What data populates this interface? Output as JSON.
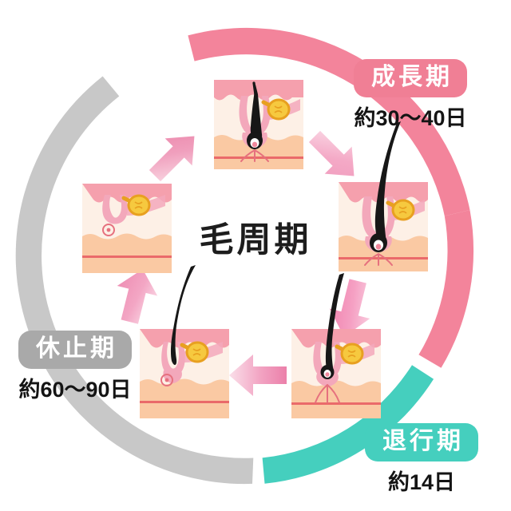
{
  "diagram": {
    "title": "毛周期",
    "background_color": "#ffffff"
  },
  "ring": {
    "segments": [
      {
        "id": "anagen",
        "label": "成長期",
        "color": "#f3849b",
        "start_deg": -108,
        "end_deg": 62
      },
      {
        "id": "catagen",
        "label": "退行期",
        "color": "#45cfbe",
        "start_deg": 70,
        "end_deg": 158
      },
      {
        "id": "telogen",
        "label": "休止期",
        "color": "#c8c8c8",
        "start_deg": 166,
        "end_deg": 250
      }
    ]
  },
  "stages": [
    {
      "id": "anagen",
      "badge_label": "成長期",
      "duration": "約30〜40日",
      "badge_color": "#f07f95",
      "text_color": "#141414"
    },
    {
      "id": "catagen",
      "badge_label": "退行期",
      "duration": "約14日",
      "badge_color": "#45cfbe",
      "text_color": "#141414"
    },
    {
      "id": "telogen",
      "badge_label": "休止期",
      "duration": "約60〜90日",
      "badge_color": "#a9a9a9",
      "text_color": "#141414"
    }
  ],
  "panels": [
    {
      "id": "panel-1",
      "position": "top",
      "description": "早期成長期・毛が伸び始める"
    },
    {
      "id": "panel-2",
      "position": "right",
      "description": "成長期・毛が伸びきる"
    },
    {
      "id": "panel-3",
      "position": "bottom-right",
      "description": "退行期・毛球が縮小する"
    },
    {
      "id": "panel-4",
      "position": "bottom-left",
      "description": "毛が抜け落ちる"
    },
    {
      "id": "panel-5",
      "position": "left",
      "description": "休止期・毛包が空になる"
    }
  ],
  "arrows": [
    {
      "id": "arrow-5-to-1",
      "from": "panel-5",
      "to": "panel-1",
      "color": "#f2a0bb"
    },
    {
      "id": "arrow-1-to-2",
      "from": "panel-1",
      "to": "panel-2",
      "color": "#f4a3c0"
    },
    {
      "id": "arrow-2-to-3",
      "from": "panel-2",
      "to": "panel-3",
      "color": "#f49ac0"
    },
    {
      "id": "arrow-3-to-4",
      "from": "panel-3",
      "to": "panel-4",
      "color": "#ef8fb4"
    },
    {
      "id": "arrow-4-to-5",
      "from": "panel-4",
      "to": "panel-5",
      "color": "#f2a0bb"
    }
  ],
  "skin_colors": {
    "epidermis": "#f5a0ad",
    "dermis": "#fbe0cf",
    "subcutaneous": "#fac9a3",
    "vessel": "#ea6a6a",
    "follicle": "#f3a8bb",
    "sebaceous_gland": "#f6c93f",
    "sebaceous_outline": "#e8a020",
    "hair": "#171717",
    "panel_border": "#ffffff"
  }
}
